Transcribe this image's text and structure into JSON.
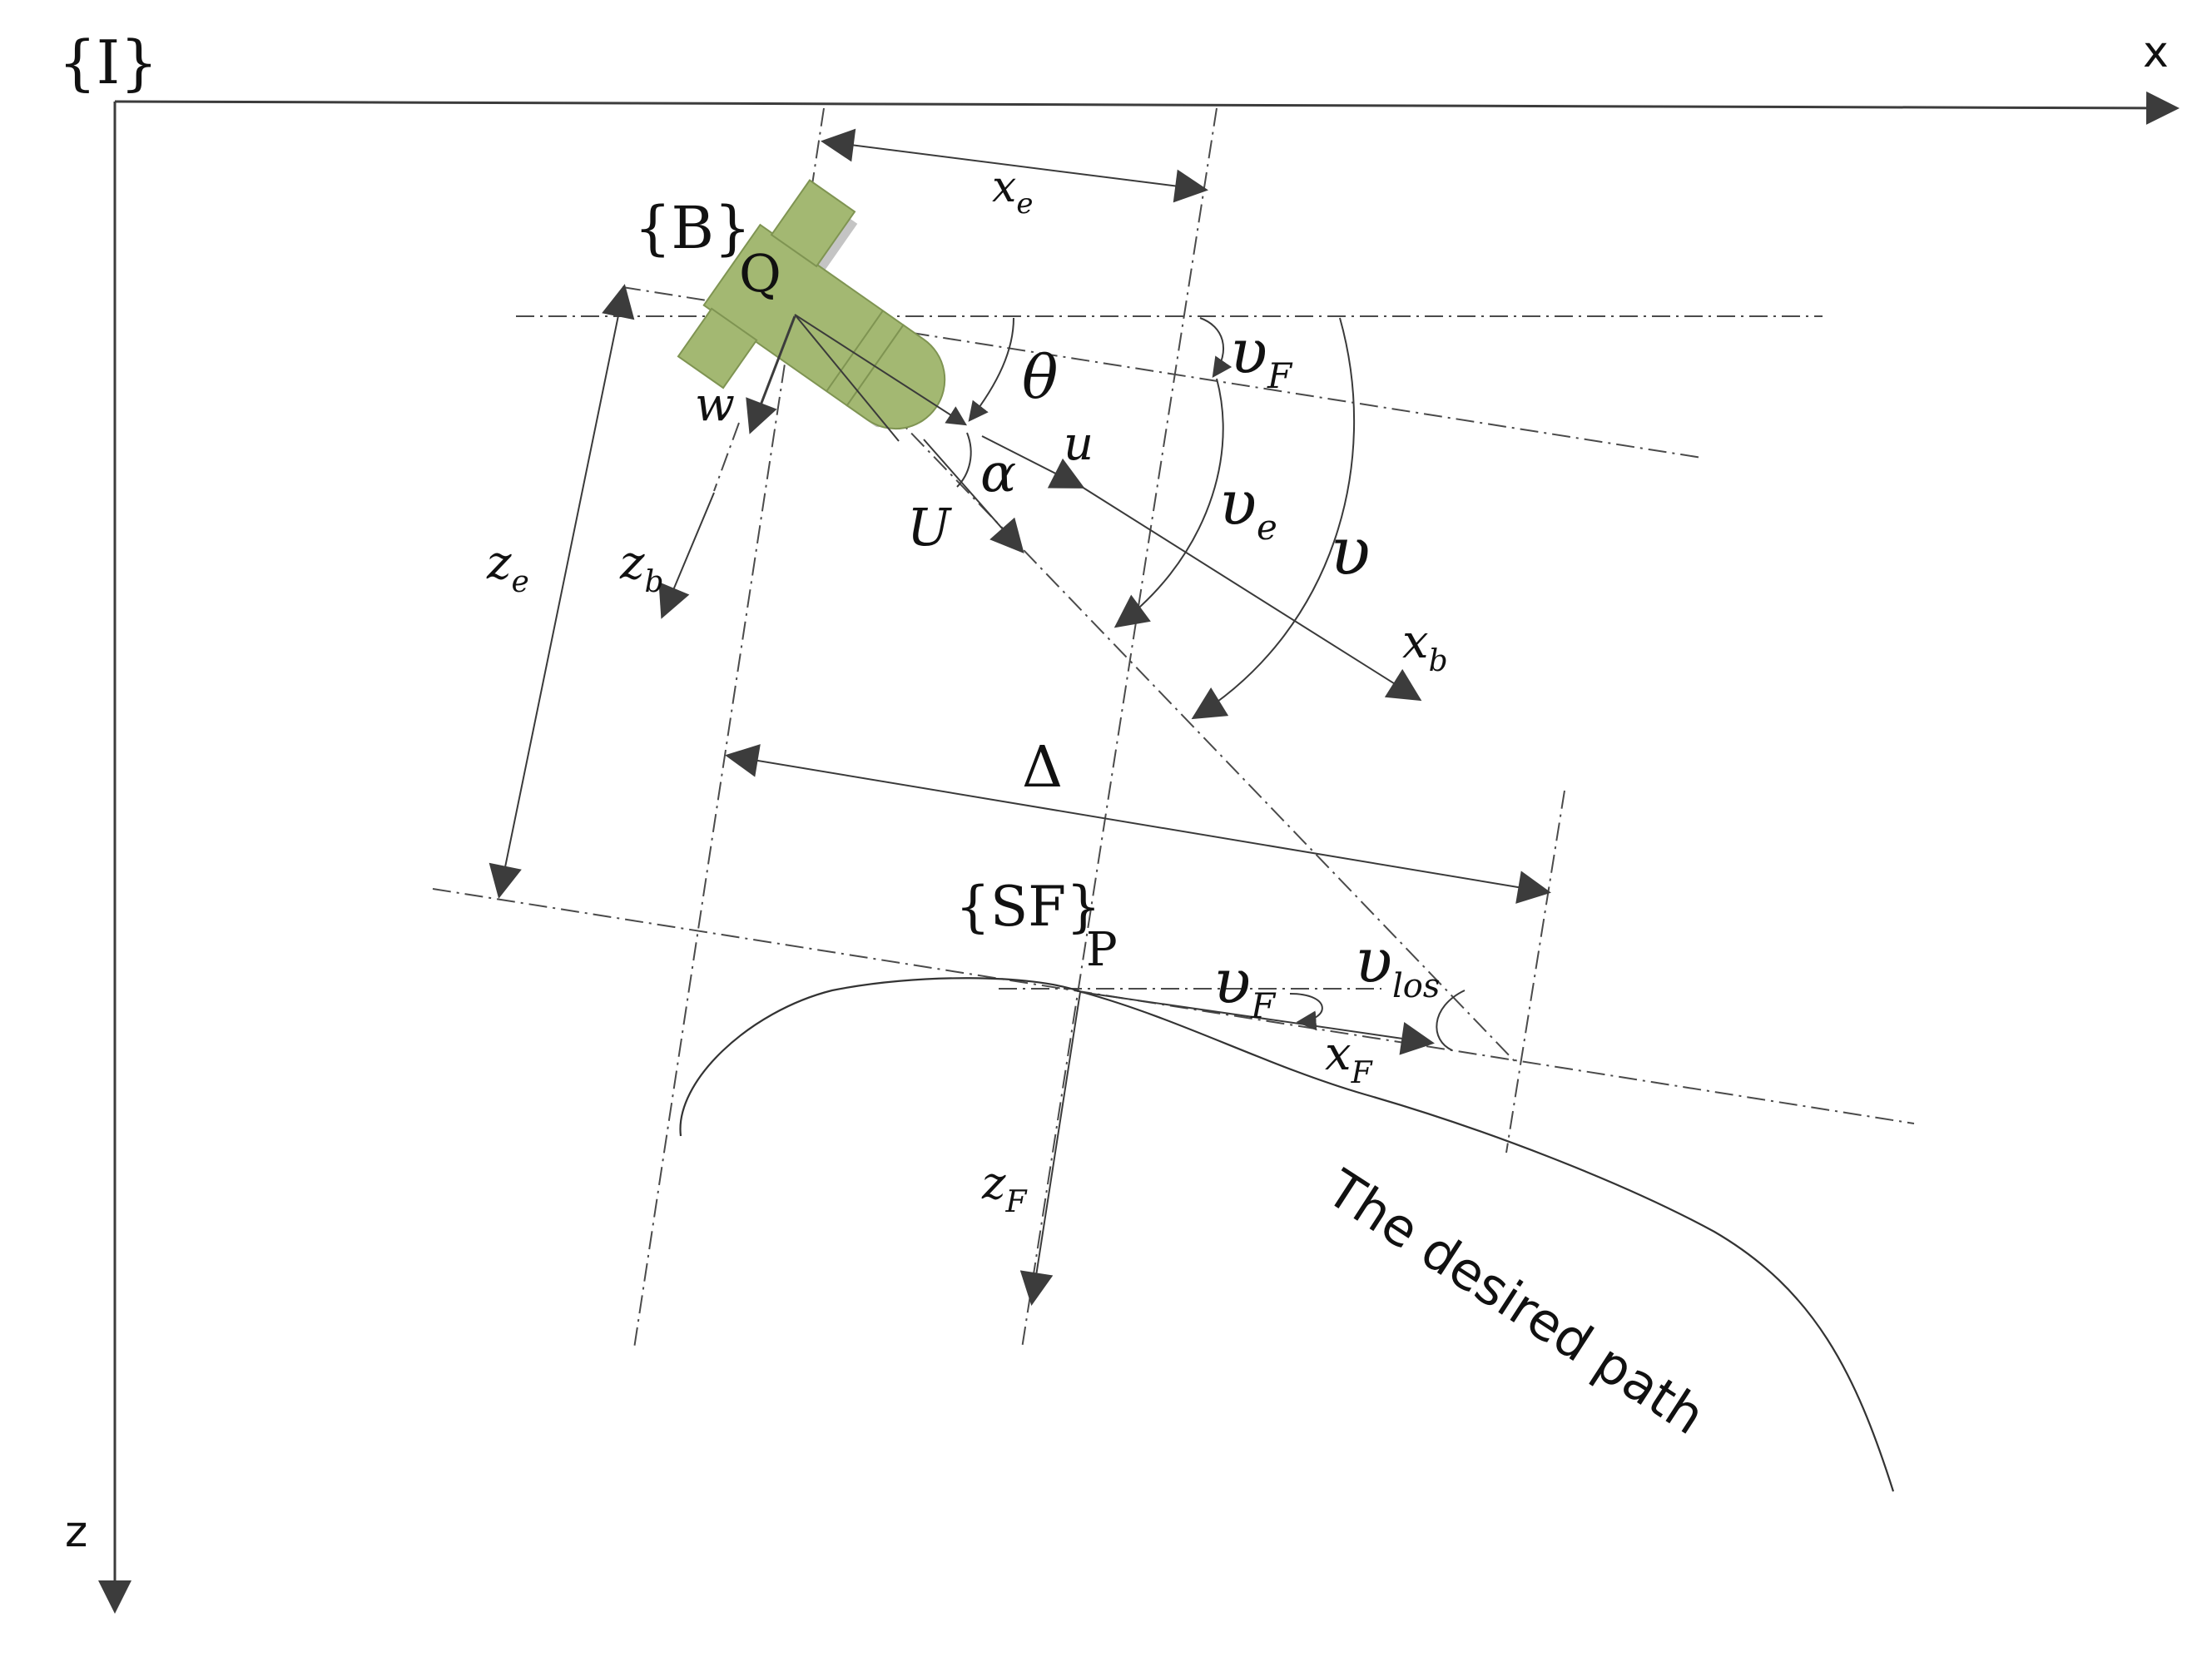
{
  "frames": {
    "inertial": "{I}",
    "body": "{B}",
    "serret_frenet": "{SF}"
  },
  "points": {
    "vehicle": "Q",
    "path_point": "P"
  },
  "axes": {
    "x": "x",
    "z": "z"
  },
  "labels": {
    "x_e": {
      "main": "x",
      "sub": "e"
    },
    "z_e": {
      "main": "z",
      "sub": "e"
    },
    "z_b": {
      "main": "z",
      "sub": "b"
    },
    "x_b": {
      "main": "x",
      "sub": "b"
    },
    "x_F": {
      "main": "x",
      "sub": "F"
    },
    "z_F": {
      "main": "z",
      "sub": "F"
    },
    "w": "w",
    "u": "u",
    "U": "U",
    "alpha": "α",
    "theta": "θ",
    "nu_F_top": {
      "main": "υ",
      "sub": "F"
    },
    "nu_e": {
      "main": "υ",
      "sub": "e"
    },
    "nu": "υ",
    "nu_F_bottom": {
      "main": "υ",
      "sub": "F"
    },
    "nu_los": {
      "main": "υ",
      "sub": "los"
    },
    "delta": "Δ"
  },
  "path_caption": "The desired path",
  "colors": {
    "vehicle_body": "#a3b872",
    "vehicle_edge": "#7f9452",
    "vehicle_shadow": "#c4c4c4",
    "ink": "#333333"
  }
}
